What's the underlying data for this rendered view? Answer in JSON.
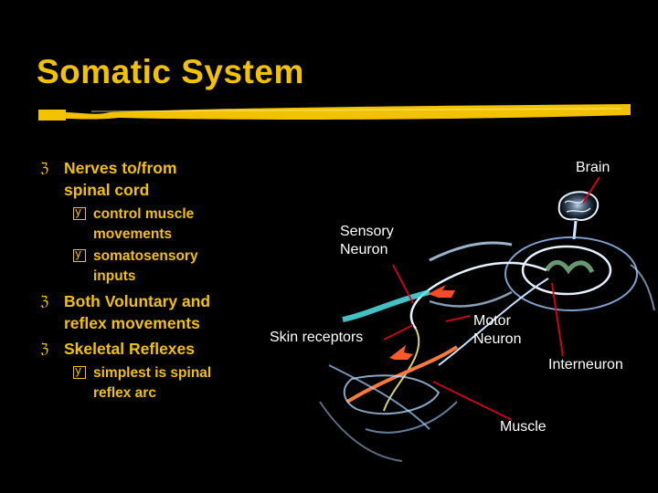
{
  "slide": {
    "title": "Somatic System",
    "accent_color": "#f2c200",
    "bullets": [
      {
        "text1": "Nerves to/from",
        "text2": "spinal cord",
        "subs": [
          {
            "t1": "control muscle",
            "t2": "movements"
          },
          {
            "t1": "somatosensory",
            "t2": "inputs"
          }
        ]
      },
      {
        "text1": "Both Voluntary and",
        "text2": "reflex movements"
      },
      {
        "text1": "Skeletal Reflexes",
        "subs": [
          {
            "t1": "simplest is spinal",
            "t2": "reflex arc"
          }
        ]
      }
    ]
  },
  "diagram": {
    "labels": {
      "brain": "Brain",
      "sensory1": "Sensory",
      "sensory2": "Neuron",
      "skin": "Skin receptors",
      "motor1": "Motor",
      "motor2": "Neuron",
      "interneuron": "Interneuron",
      "muscle": "Muscle"
    },
    "pointer_color": "#e0001a"
  }
}
